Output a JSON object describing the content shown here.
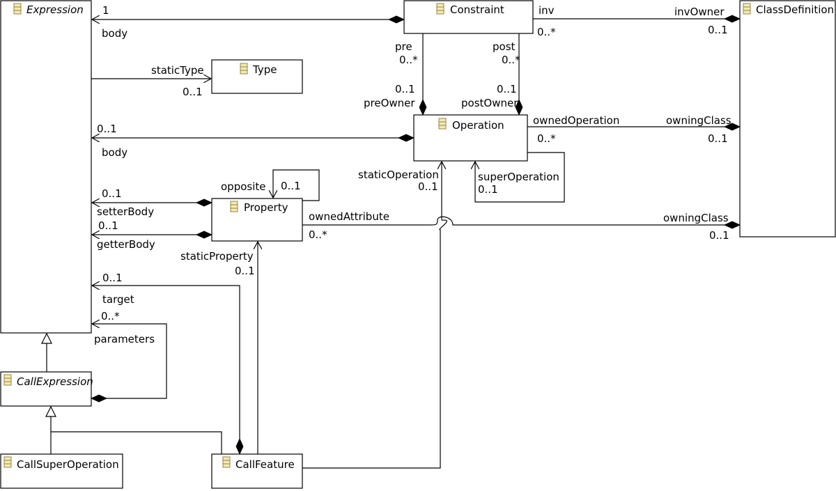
{
  "classes": {
    "expression": "Expression",
    "constraint": "Constraint",
    "class_definition": "ClassDefinition",
    "type": "Type",
    "operation": "Operation",
    "property": "Property",
    "call_expression": "CallExpression",
    "call_super_operation": "CallSuperOperation",
    "call_feature": "CallFeature"
  },
  "labels": {
    "constraint_body_mult": "1",
    "constraint_body_role": "body",
    "inv": "inv",
    "inv_mult": "0..*",
    "inv_owner": "invOwner",
    "inv_owner_mult": "0..1",
    "pre": "pre",
    "pre_mult": "0..*",
    "pre_owner_mult": "0..1",
    "pre_owner": "preOwner",
    "post": "post",
    "post_mult": "0..*",
    "post_owner_mult": "0..1",
    "post_owner": "postOwner",
    "static_type": "staticType",
    "static_type_mult": "0..1",
    "op_body_mult": "0..1",
    "op_body_role": "body",
    "owned_operation": "ownedOperation",
    "owned_operation_mult": "0..*",
    "op_owning_class": "owningClass",
    "op_owning_class_mult": "0..1",
    "static_operation": "staticOperation",
    "static_operation_mult": "0..1",
    "super_operation": "superOperation",
    "super_operation_mult": "0..1",
    "opposite": "opposite",
    "opposite_mult": "0..1",
    "setter_body_mult": "0..1",
    "setter_body": "setterBody",
    "getter_body_mult": "0..1",
    "getter_body": "getterBody",
    "owned_attribute": "ownedAttribute",
    "owned_attribute_mult": "0..*",
    "prop_owning_class": "owningClass",
    "prop_owning_class_mult": "0..1",
    "static_property": "staticProperty",
    "static_property_mult": "0..1",
    "target_mult": "0..1",
    "target": "target",
    "parameters_mult": "0..*",
    "parameters": "parameters"
  },
  "icon": "class-icon",
  "colors": {
    "line": "#000000",
    "icon_fill": "#f3e9b8"
  }
}
